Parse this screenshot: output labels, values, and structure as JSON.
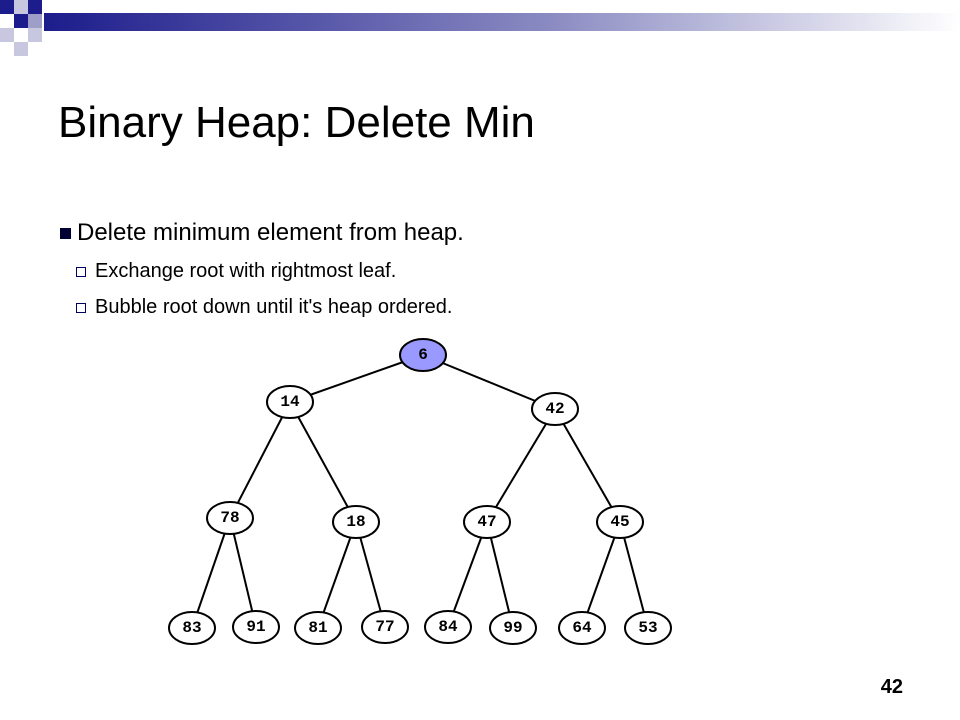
{
  "slide": {
    "title": "Binary Heap:  Delete Min",
    "bullet": "Delete minimum element from heap.",
    "subbullets": [
      "Exchange root with rightmost leaf.",
      "Bubble root down until it's heap ordered."
    ],
    "page_number": "42"
  },
  "colors": {
    "highlight_node": "#9999ff",
    "node_fill": "#ffffff",
    "bullet_square": "#000033",
    "decor_blue": "#1c1c8c"
  },
  "heap": {
    "nodes": [
      "6",
      "14",
      "42",
      "78",
      "18",
      "47",
      "45",
      "83",
      "91",
      "81",
      "77",
      "84",
      "99",
      "64",
      "53"
    ],
    "highlight_index": 0,
    "edges": [
      [
        0,
        1
      ],
      [
        0,
        2
      ],
      [
        1,
        3
      ],
      [
        1,
        4
      ],
      [
        2,
        5
      ],
      [
        2,
        6
      ],
      [
        3,
        7
      ],
      [
        3,
        8
      ],
      [
        4,
        9
      ],
      [
        4,
        10
      ],
      [
        5,
        11
      ],
      [
        5,
        12
      ],
      [
        6,
        13
      ],
      [
        6,
        14
      ]
    ]
  }
}
